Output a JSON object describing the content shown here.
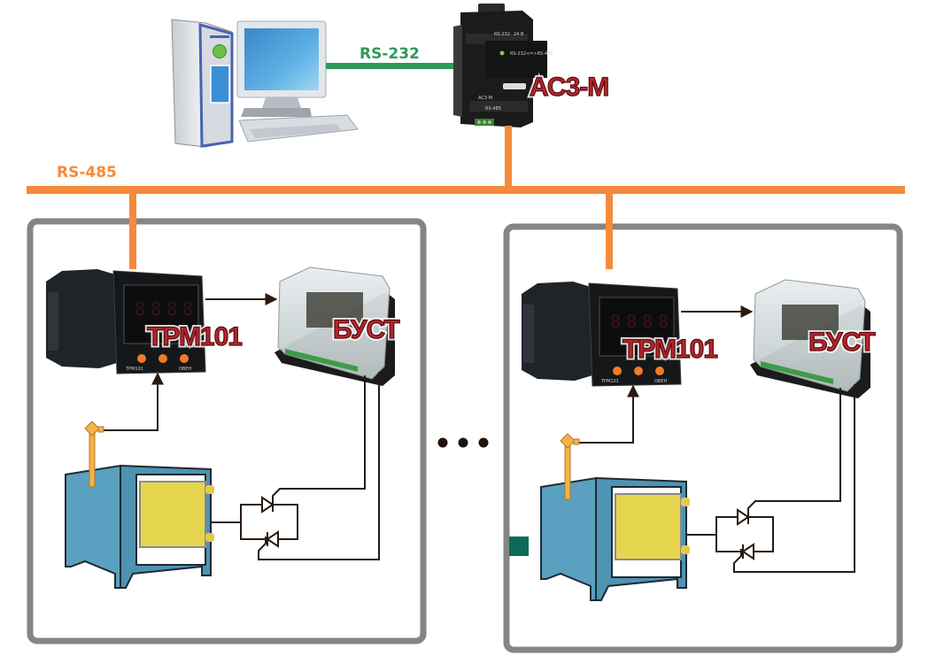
{
  "diagram": {
    "title": "",
    "links": {
      "rs232": {
        "label": "RS-232",
        "color": "#2f9a5a"
      },
      "rs485": {
        "label": "RS-485",
        "color": "#f58a3c"
      }
    },
    "converter": {
      "label": "АС3-М",
      "model_text": "АС3-М",
      "front_text": "RS-232<=>RS-485",
      "port_top": "RS-232",
      "port_bottom": "RS-485",
      "power_text": "24 В"
    },
    "computer": {
      "name": "PC"
    },
    "ellipsis": "• • •",
    "stations": [
      {
        "controller": {
          "label": "ТРМ101",
          "front_model": "ТРМ101",
          "brand": "ОВЕН"
        },
        "power_block": {
          "label": "БУСТ"
        },
        "furnace": {
          "name": "furnace",
          "has_panel": false
        }
      },
      {
        "controller": {
          "label": "ТРМ101",
          "front_model": "ТРМ101",
          "brand": "ОВЕН"
        },
        "power_block": {
          "label": "БУСТ"
        },
        "furnace": {
          "name": "furnace",
          "has_panel": true
        }
      }
    ],
    "colors": {
      "frame": "#858585",
      "wire": "#2a1a10",
      "furnace_body": "#5aa0c0",
      "furnace_door": "#e6d54e",
      "sensor": "#f3b24a",
      "label_red": "#b5262c"
    }
  }
}
